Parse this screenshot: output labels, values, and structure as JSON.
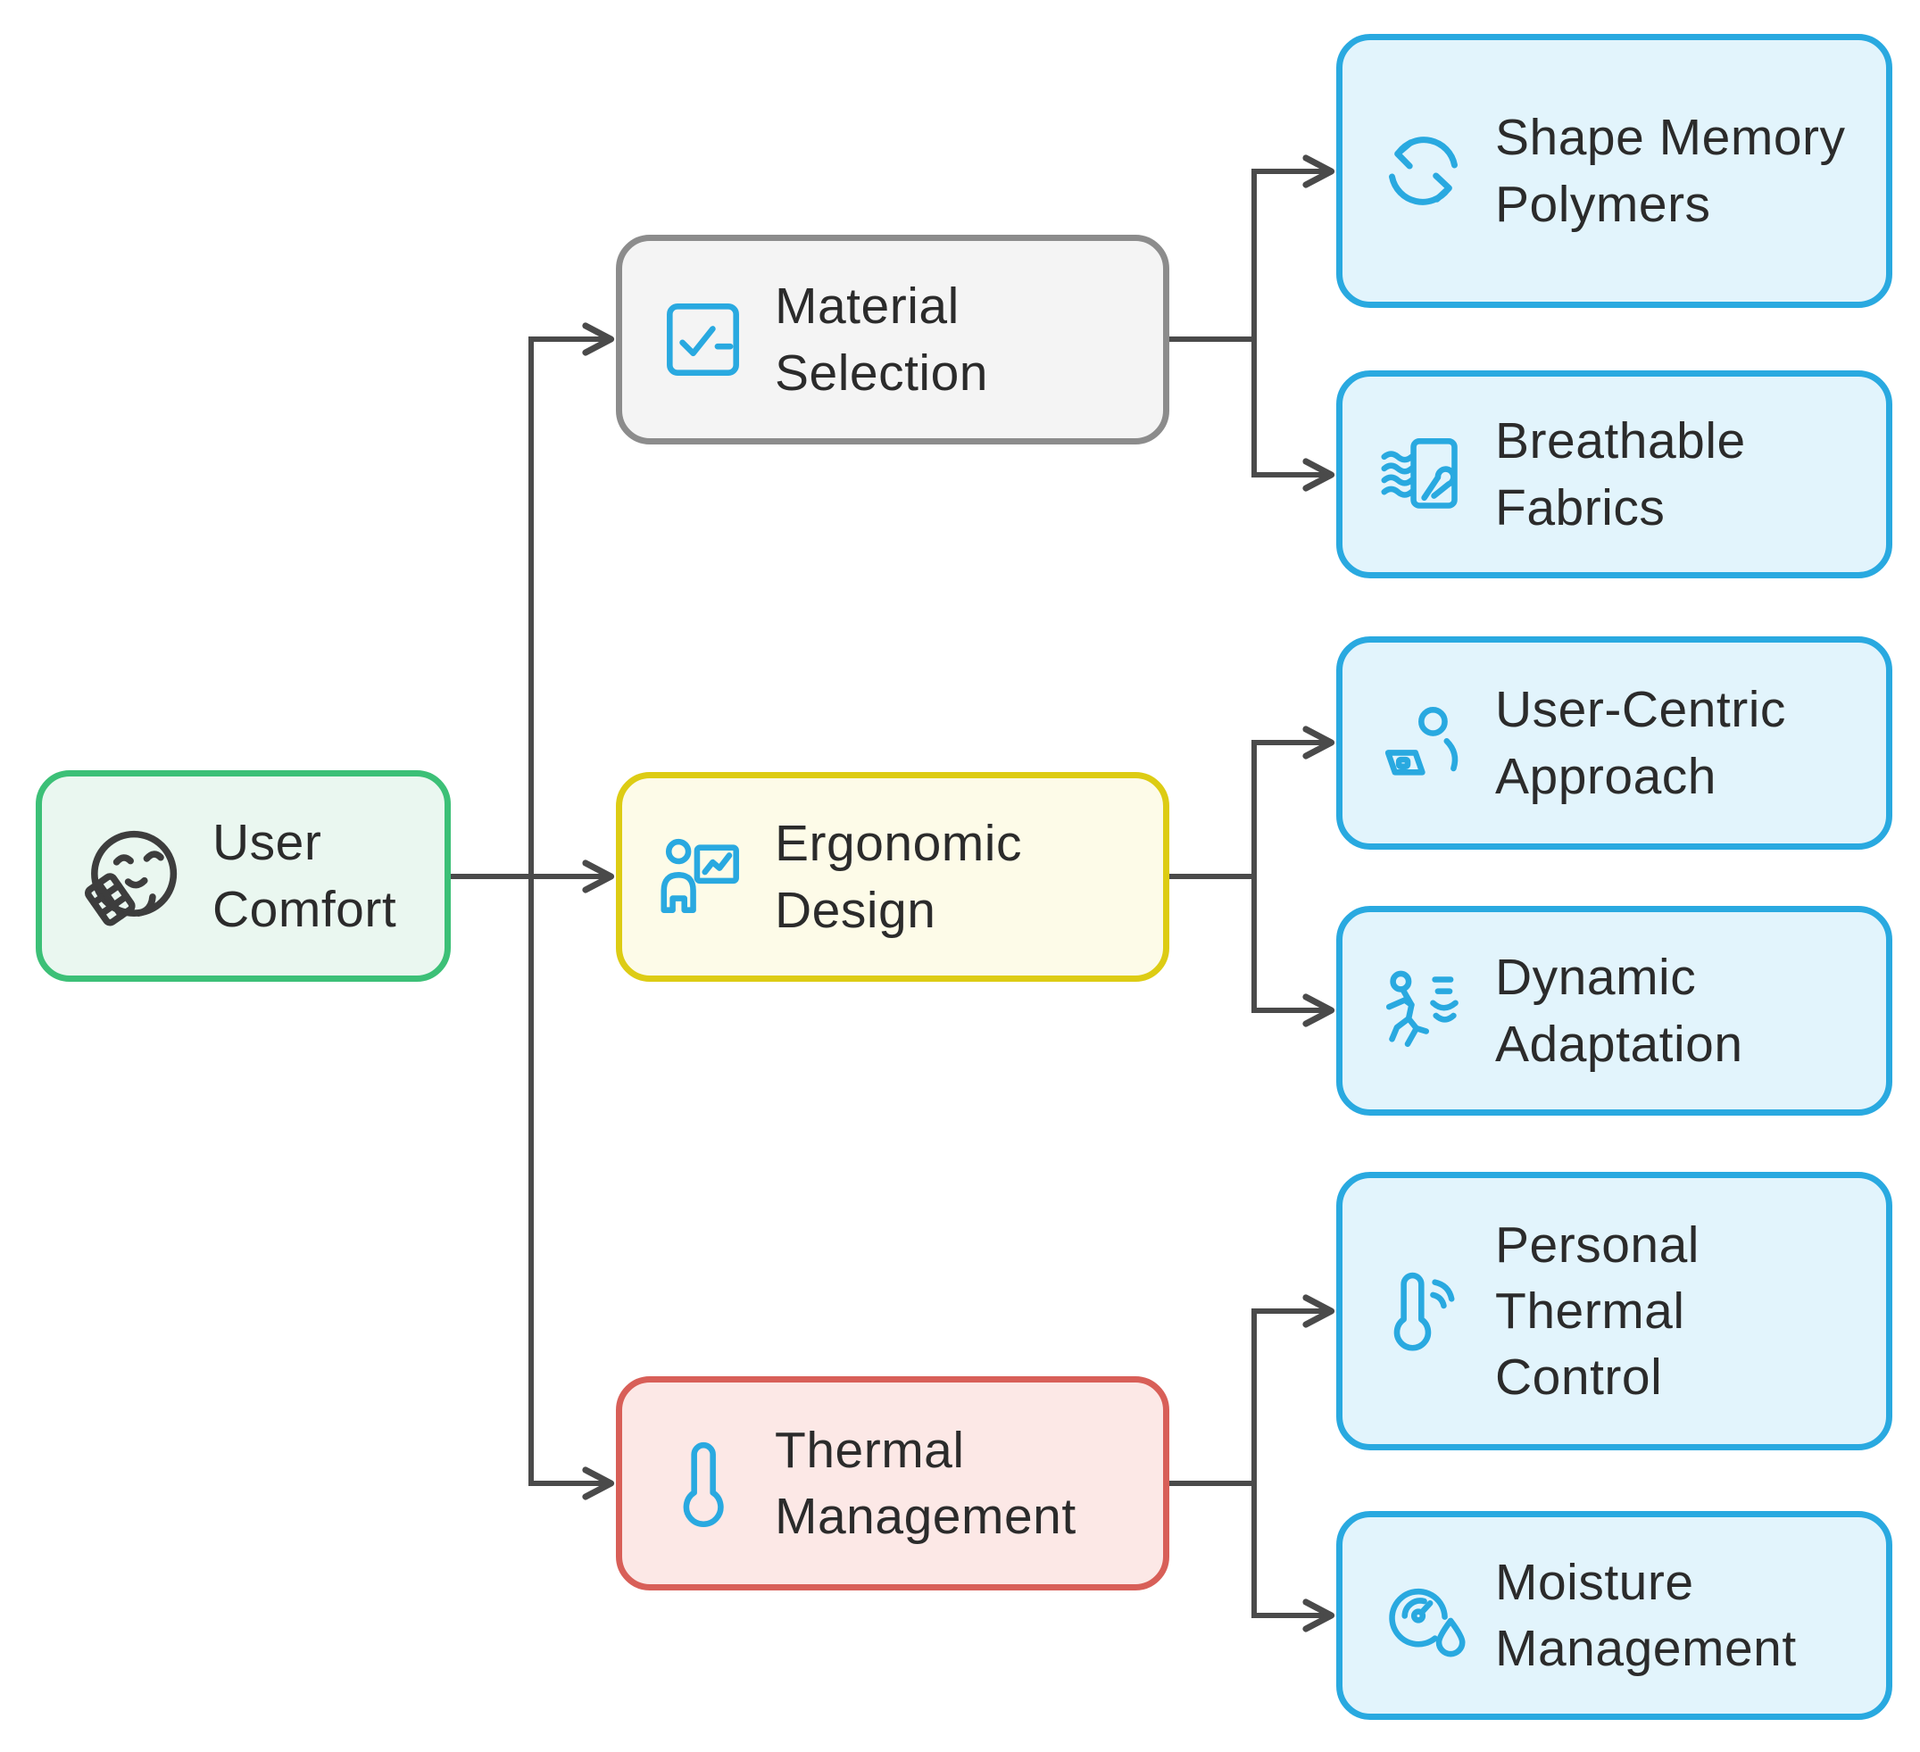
{
  "diagram_title": "User Comfort",
  "colors": {
    "icon_blue": "#29a9e0",
    "connector": "#4a4a4a",
    "text": "#2b2b2b",
    "root_border": "#3cc077",
    "root_fill": "#eaf7f0",
    "gray_border": "#8c8c8c",
    "gray_fill": "#f4f4f4",
    "yellow_border": "#ddcc14",
    "yellow_fill": "#fdfbe8",
    "red_border": "#d85f58",
    "red_fill": "#fce8e6",
    "blue_border": "#29a9e0",
    "blue_fill": "#e2f4fc"
  },
  "nodes": {
    "user_comfort": {
      "label": "User Comfort",
      "icon": "comfort-smiley-icon",
      "border": "#3cc077",
      "fill": "#eaf7f0"
    },
    "material_selection": {
      "label": "Material Selection",
      "icon": "checkbox-icon",
      "border": "#8c8c8c",
      "fill": "#f4f4f4"
    },
    "ergonomic_design": {
      "label": "Ergonomic Design",
      "icon": "person-presentation-icon",
      "border": "#ddcc14",
      "fill": "#fdfbe8"
    },
    "thermal_management": {
      "label": "Thermal Management",
      "icon": "thermometer-icon",
      "border": "#d85f58",
      "fill": "#fce8e6"
    },
    "shape_memory_polymers": {
      "label": "Shape Memory Polymers",
      "icon": "sync-arrows-icon",
      "border": "#29a9e0",
      "fill": "#e2f4fc"
    },
    "breathable_fabrics": {
      "label": "Breathable Fabrics",
      "icon": "fabric-airflow-icon",
      "border": "#29a9e0",
      "fill": "#e2f4fc"
    },
    "user_centric_approach": {
      "label": "User-Centric Approach",
      "icon": "person-laptop-icon",
      "border": "#29a9e0",
      "fill": "#e2f4fc"
    },
    "dynamic_adaptation": {
      "label": "Dynamic Adaptation",
      "icon": "runner-signal-icon",
      "border": "#29a9e0",
      "fill": "#e2f4fc"
    },
    "personal_thermal_control": {
      "label": "Personal Thermal Control",
      "icon": "thermometer-signal-icon",
      "border": "#29a9e0",
      "fill": "#e2f4fc"
    },
    "moisture_management": {
      "label": "Moisture Management",
      "icon": "gauge-droplet-icon",
      "border": "#29a9e0",
      "fill": "#e2f4fc"
    }
  },
  "edges": [
    {
      "from": "user_comfort",
      "to": "material_selection"
    },
    {
      "from": "user_comfort",
      "to": "ergonomic_design"
    },
    {
      "from": "user_comfort",
      "to": "thermal_management"
    },
    {
      "from": "material_selection",
      "to": "shape_memory_polymers"
    },
    {
      "from": "material_selection",
      "to": "breathable_fabrics"
    },
    {
      "from": "ergonomic_design",
      "to": "user_centric_approach"
    },
    {
      "from": "ergonomic_design",
      "to": "dynamic_adaptation"
    },
    {
      "from": "thermal_management",
      "to": "personal_thermal_control"
    },
    {
      "from": "thermal_management",
      "to": "moisture_management"
    }
  ]
}
